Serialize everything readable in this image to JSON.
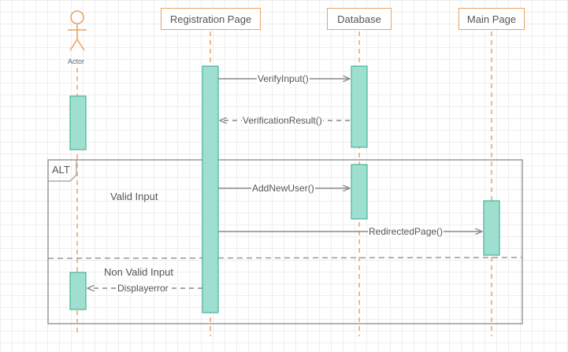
{
  "actor": {
    "label": "Actor"
  },
  "lifelines": {
    "registration": "Registration Page",
    "database": "Database",
    "main": "Main Page"
  },
  "messages": {
    "verify_input": "VerifyInput()",
    "verification_result": "VerificationResult()",
    "add_new_user": "AddNewUser()",
    "redirected_page": "RedirectedPage()",
    "display_error": "Displayerror"
  },
  "fragment": {
    "operator": "ALT",
    "guard_valid": "Valid Input",
    "guard_invalid": "Non Valid Input"
  },
  "colors": {
    "lifeline_stroke": "#e8a463",
    "activation_fill": "#9fdfcf",
    "activation_stroke": "#43b59c",
    "message_line": "#888888",
    "frame_stroke": "#9a9a9a"
  }
}
